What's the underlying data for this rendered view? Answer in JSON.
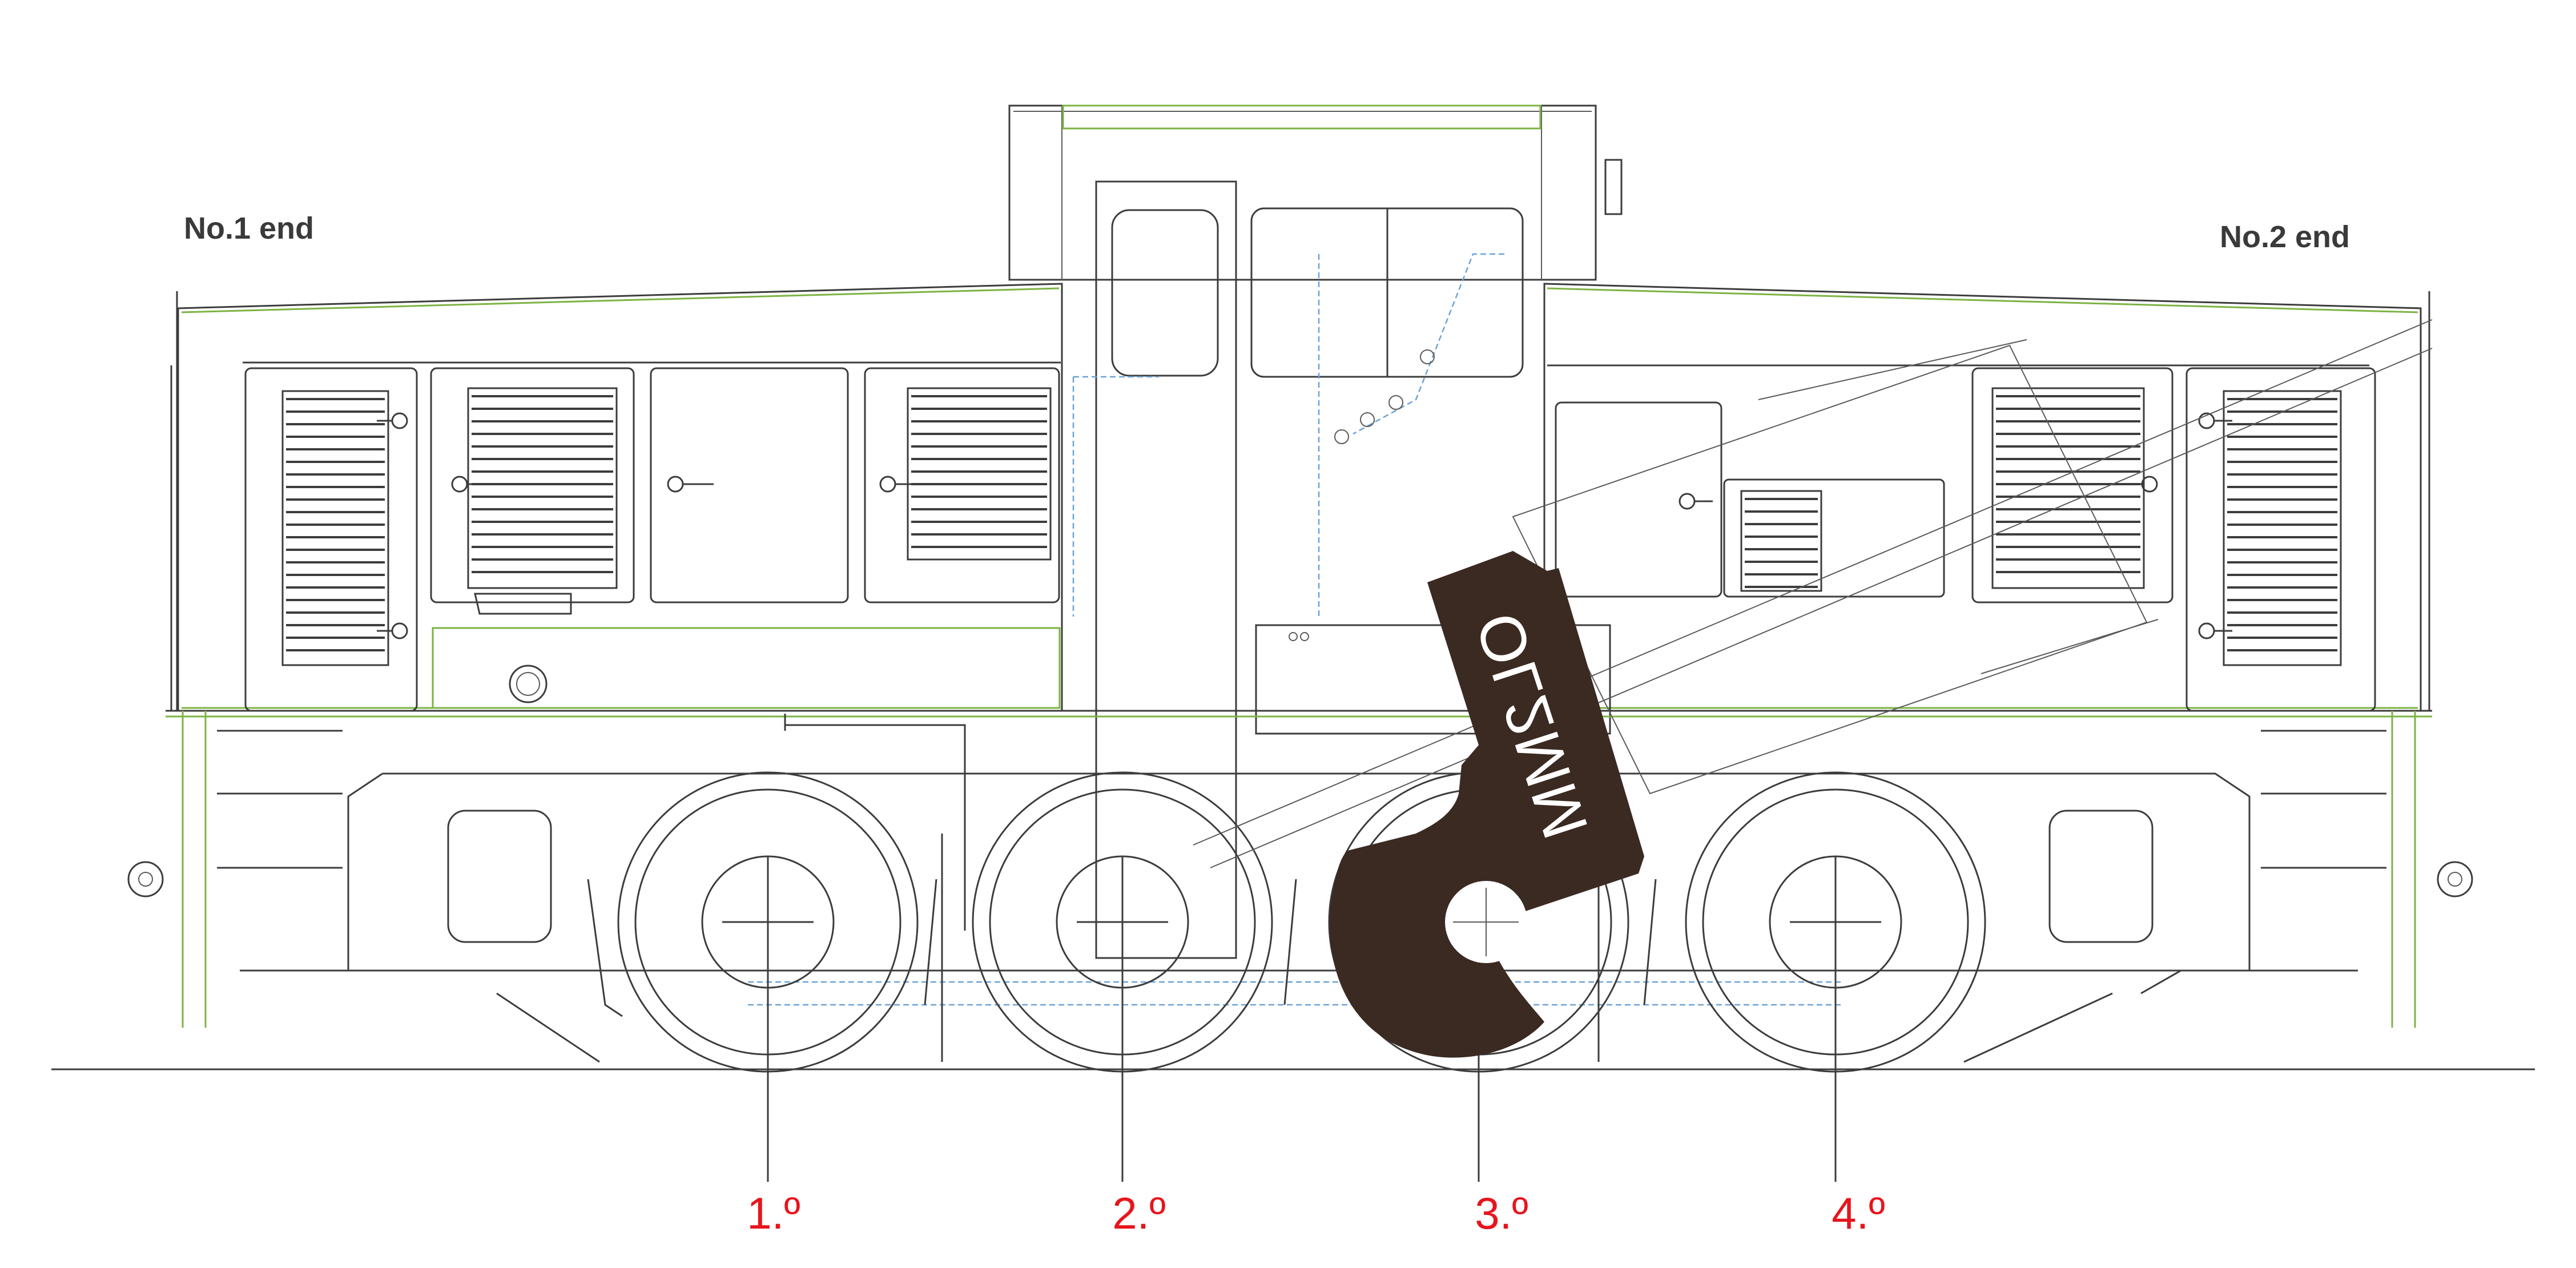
{
  "ends": {
    "left": "No.1 end",
    "right": "No.2 end"
  },
  "axles": [
    {
      "label": "1.º"
    },
    {
      "label": "2.º"
    },
    {
      "label": "3.º"
    },
    {
      "label": "4.º"
    }
  ],
  "plate": {
    "text": "OL2MM",
    "color": "#3b2a22"
  },
  "colors": {
    "outline": "#3c3c3c",
    "frame_green": "#7cb342",
    "dashed_blue": "#6aa3d8",
    "axle_labels": "#e8141c"
  }
}
